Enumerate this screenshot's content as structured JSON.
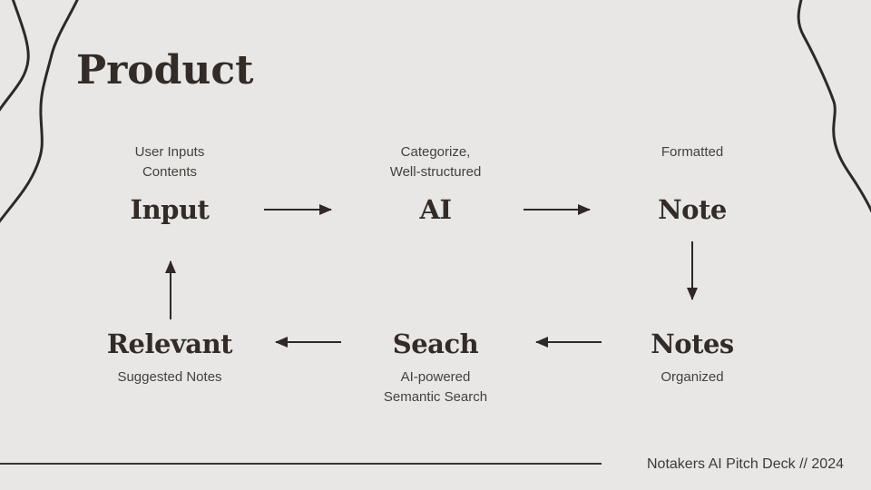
{
  "slide": {
    "title": "Product",
    "footer_credit": "Notakers AI Pitch Deck // 2024"
  },
  "colors": {
    "background": "#e8e7e5",
    "ink": "#322b28",
    "secondary_text": "#45403d"
  },
  "diagram": {
    "type": "cycle-flow",
    "top_row": [
      {
        "id": "input",
        "label": "Input",
        "annotation_position": "above",
        "annotation_lines": [
          "User Inputs",
          "Contents"
        ]
      },
      {
        "id": "ai",
        "label": "AI",
        "annotation_position": "above",
        "annotation_lines": [
          "Categorize,",
          "Well-structured"
        ]
      },
      {
        "id": "note",
        "label": "Note",
        "annotation_position": "above",
        "annotation_lines": [
          "Formatted"
        ]
      }
    ],
    "bottom_row": [
      {
        "id": "relevant",
        "label": "Relevant",
        "annotation_position": "below",
        "annotation_lines": [
          "Suggested Notes"
        ]
      },
      {
        "id": "seach",
        "label": "Seach",
        "annotation_position": "below",
        "annotation_lines": [
          "AI-powered",
          "Semantic Search"
        ]
      },
      {
        "id": "notes",
        "label": "Notes",
        "annotation_position": "below",
        "annotation_lines": [
          "Organized"
        ]
      }
    ],
    "arrows": [
      {
        "from": "input",
        "to": "ai",
        "direction": "right"
      },
      {
        "from": "ai",
        "to": "note",
        "direction": "right"
      },
      {
        "from": "note",
        "to": "notes",
        "direction": "down"
      },
      {
        "from": "notes",
        "to": "seach",
        "direction": "left"
      },
      {
        "from": "seach",
        "to": "relevant",
        "direction": "left"
      },
      {
        "from": "relevant",
        "to": "input",
        "direction": "up"
      }
    ]
  }
}
